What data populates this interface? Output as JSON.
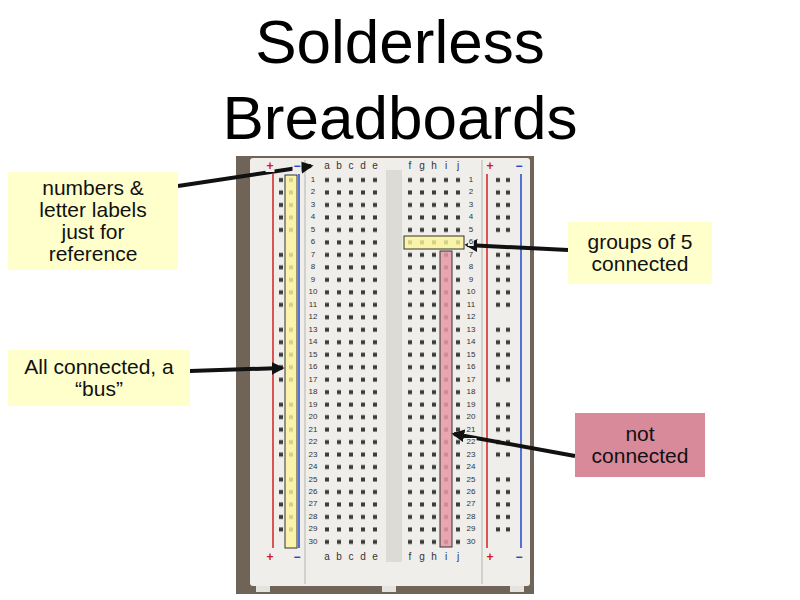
{
  "diagram": {
    "title": "Solderless Breadboards",
    "nodes": [
      {
        "text": [
          "numbers & letter labels just for reference"
        ]
      },
      {
        "text": [
          "groups of 5 connected"
        ]
      },
      {
        "text": [
          "All connected, a “bus”"
        ]
      },
      {
        "text": [
          "not connected"
        ]
      }
    ],
    "labels": [
      "+",
      "−",
      "a",
      "b",
      "c",
      "d",
      "e",
      "f",
      "g",
      "h",
      "i",
      "j",
      "+",
      "−",
      "1",
      "1",
      "2",
      "2",
      "3",
      "3",
      "4",
      "4",
      "5",
      "5",
      "6",
      "6",
      "7",
      "7",
      "8",
      "8",
      "9",
      "9",
      "10",
      "10",
      "11",
      "11",
      "12",
      "12",
      "13",
      "13",
      "14",
      "14",
      "15",
      "15",
      "16",
      "16",
      "17",
      "17",
      "18",
      "18",
      "19",
      "19",
      "20",
      "20",
      "21",
      "21",
      "22",
      "22",
      "23",
      "23",
      "24",
      "24",
      "25",
      "25",
      "26",
      "26",
      "27",
      "27",
      "28",
      "28",
      "29",
      "29",
      "30",
      "30",
      "+",
      "−",
      "a",
      "b",
      "c",
      "d",
      "e",
      "f",
      "g",
      "h",
      "i",
      "j",
      "+",
      "−"
    ]
  }
}
